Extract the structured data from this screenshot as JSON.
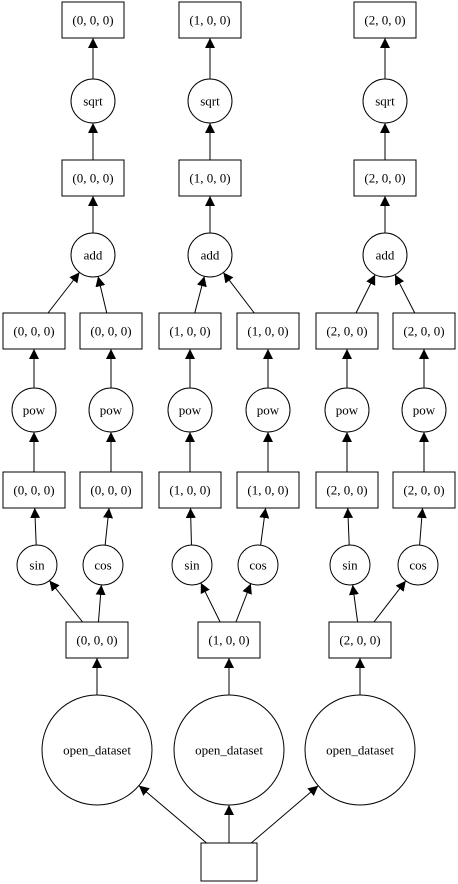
{
  "graph": {
    "nodes": [
      {
        "id": "r0",
        "shape": "box",
        "label": "(0, 0, 0)"
      },
      {
        "id": "r1",
        "shape": "box",
        "label": "(1, 0, 0)"
      },
      {
        "id": "r2",
        "shape": "box",
        "label": "(2, 0, 0)"
      },
      {
        "id": "sqrt0",
        "shape": "circle",
        "label": "sqrt"
      },
      {
        "id": "sqrt1",
        "shape": "circle",
        "label": "sqrt"
      },
      {
        "id": "sqrt2",
        "shape": "circle",
        "label": "sqrt"
      },
      {
        "id": "s0",
        "shape": "box",
        "label": "(0, 0, 0)"
      },
      {
        "id": "s1",
        "shape": "box",
        "label": "(1, 0, 0)"
      },
      {
        "id": "s2",
        "shape": "box",
        "label": "(2, 0, 0)"
      },
      {
        "id": "add0",
        "shape": "circle",
        "label": "add"
      },
      {
        "id": "add1",
        "shape": "circle",
        "label": "add"
      },
      {
        "id": "add2",
        "shape": "circle",
        "label": "add"
      },
      {
        "id": "pa0",
        "shape": "box",
        "label": "(0, 0, 0)"
      },
      {
        "id": "pb0",
        "shape": "box",
        "label": "(0, 0, 0)"
      },
      {
        "id": "pa1",
        "shape": "box",
        "label": "(1, 0, 0)"
      },
      {
        "id": "pb1",
        "shape": "box",
        "label": "(1, 0, 0)"
      },
      {
        "id": "pa2",
        "shape": "box",
        "label": "(2, 0, 0)"
      },
      {
        "id": "pb2",
        "shape": "box",
        "label": "(2, 0, 0)"
      },
      {
        "id": "powa0",
        "shape": "circle",
        "label": "pow"
      },
      {
        "id": "powb0",
        "shape": "circle",
        "label": "pow"
      },
      {
        "id": "powa1",
        "shape": "circle",
        "label": "pow"
      },
      {
        "id": "powb1",
        "shape": "circle",
        "label": "pow"
      },
      {
        "id": "powa2",
        "shape": "circle",
        "label": "pow"
      },
      {
        "id": "powb2",
        "shape": "circle",
        "label": "pow"
      },
      {
        "id": "ta0",
        "shape": "box",
        "label": "(0, 0, 0)"
      },
      {
        "id": "tb0",
        "shape": "box",
        "label": "(0, 0, 0)"
      },
      {
        "id": "ta1",
        "shape": "box",
        "label": "(1, 0, 0)"
      },
      {
        "id": "tb1",
        "shape": "box",
        "label": "(1, 0, 0)"
      },
      {
        "id": "ta2",
        "shape": "box",
        "label": "(2, 0, 0)"
      },
      {
        "id": "tb2",
        "shape": "box",
        "label": "(2, 0, 0)"
      },
      {
        "id": "sin0",
        "shape": "circle",
        "label": "sin"
      },
      {
        "id": "cos0",
        "shape": "circle",
        "label": "cos"
      },
      {
        "id": "sin1",
        "shape": "circle",
        "label": "sin"
      },
      {
        "id": "cos1",
        "shape": "circle",
        "label": "cos"
      },
      {
        "id": "sin2",
        "shape": "circle",
        "label": "sin"
      },
      {
        "id": "cos2",
        "shape": "circle",
        "label": "cos"
      },
      {
        "id": "c0",
        "shape": "box",
        "label": "(0, 0, 0)"
      },
      {
        "id": "c1",
        "shape": "box",
        "label": "(1, 0, 0)"
      },
      {
        "id": "c2",
        "shape": "box",
        "label": "(2, 0, 0)"
      },
      {
        "id": "od0",
        "shape": "circle",
        "label": "open_dataset"
      },
      {
        "id": "od1",
        "shape": "circle",
        "label": "open_dataset"
      },
      {
        "id": "od2",
        "shape": "circle",
        "label": "open_dataset"
      },
      {
        "id": "root",
        "shape": "box",
        "label": ""
      }
    ],
    "edges": [
      [
        "root",
        "od0"
      ],
      [
        "root",
        "od1"
      ],
      [
        "root",
        "od2"
      ],
      [
        "od0",
        "c0"
      ],
      [
        "od1",
        "c1"
      ],
      [
        "od2",
        "c2"
      ],
      [
        "c0",
        "sin0"
      ],
      [
        "c0",
        "cos0"
      ],
      [
        "c1",
        "sin1"
      ],
      [
        "c1",
        "cos1"
      ],
      [
        "c2",
        "sin2"
      ],
      [
        "c2",
        "cos2"
      ],
      [
        "sin0",
        "ta0"
      ],
      [
        "cos0",
        "tb0"
      ],
      [
        "sin1",
        "ta1"
      ],
      [
        "cos1",
        "tb1"
      ],
      [
        "sin2",
        "ta2"
      ],
      [
        "cos2",
        "tb2"
      ],
      [
        "ta0",
        "powa0"
      ],
      [
        "tb0",
        "powb0"
      ],
      [
        "ta1",
        "powa1"
      ],
      [
        "tb1",
        "powb1"
      ],
      [
        "ta2",
        "powa2"
      ],
      [
        "tb2",
        "powb2"
      ],
      [
        "powa0",
        "pa0"
      ],
      [
        "powb0",
        "pb0"
      ],
      [
        "powa1",
        "pa1"
      ],
      [
        "powb1",
        "pb1"
      ],
      [
        "powa2",
        "pa2"
      ],
      [
        "powb2",
        "pb2"
      ],
      [
        "pa0",
        "add0"
      ],
      [
        "pb0",
        "add0"
      ],
      [
        "pa1",
        "add1"
      ],
      [
        "pb1",
        "add1"
      ],
      [
        "pa2",
        "add2"
      ],
      [
        "pb2",
        "add2"
      ],
      [
        "add0",
        "s0"
      ],
      [
        "add1",
        "s1"
      ],
      [
        "add2",
        "s2"
      ],
      [
        "s0",
        "sqrt0"
      ],
      [
        "s1",
        "sqrt1"
      ],
      [
        "s2",
        "sqrt2"
      ],
      [
        "sqrt0",
        "r0"
      ],
      [
        "sqrt1",
        "r1"
      ],
      [
        "sqrt2",
        "r2"
      ]
    ]
  }
}
